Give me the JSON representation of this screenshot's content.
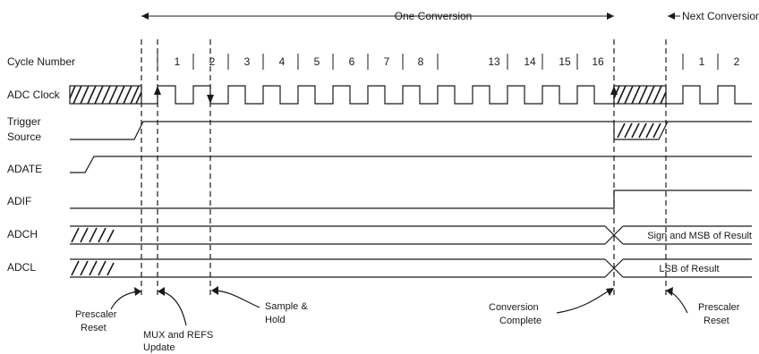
{
  "header": {
    "one_conversion": "One Conversion",
    "next_conversion": "Next Conversion"
  },
  "rows": {
    "cycle_number": "Cycle Number",
    "adc_clock": "ADC Clock",
    "trigger_source_1": "Trigger",
    "trigger_source_2": "Source",
    "adate": "ADATE",
    "adif": "ADIF",
    "adch": "ADCH",
    "adcl": "ADCL"
  },
  "cycles": {
    "first": [
      "1",
      "2",
      "3",
      "4",
      "5",
      "6",
      "7",
      "8"
    ],
    "second": [
      "13",
      "14",
      "15",
      "16"
    ],
    "next": [
      "1",
      "2"
    ]
  },
  "data_labels": {
    "adch_result": "Sign and MSB of Result",
    "adcl_result": "LSB of Result"
  },
  "annotations": {
    "prescaler_reset_left_1": "Prescaler",
    "prescaler_reset_left_2": "Reset",
    "mux_refs_1": "MUX and REFS",
    "mux_refs_2": "Update",
    "sample_hold_1": "Sample &",
    "sample_hold_2": "Hold",
    "conversion_complete_1": "Conversion",
    "conversion_complete_2": "Complete",
    "prescaler_reset_right_1": "Prescaler",
    "prescaler_reset_right_2": "Reset"
  }
}
